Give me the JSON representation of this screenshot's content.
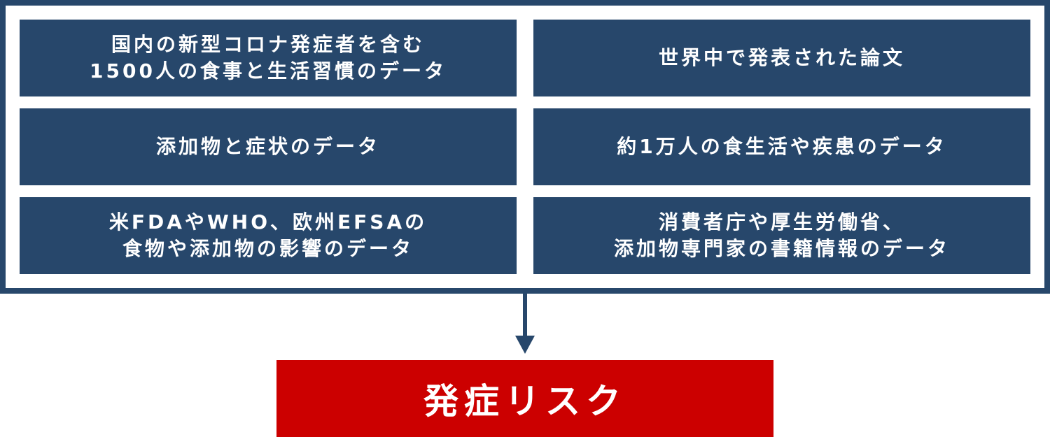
{
  "sources": [
    {
      "lines": [
        "国内の新型コロナ発症者を含む",
        "1500人の食事と生活習慣のデータ"
      ]
    },
    {
      "lines": [
        "世界中で発表された論文"
      ]
    },
    {
      "lines": [
        "添加物と症状のデータ"
      ]
    },
    {
      "lines": [
        "約1万人の食生活や疾患のデータ"
      ]
    },
    {
      "lines": [
        "米FDAやWHO、欧州EFSAの",
        "食物や添加物の影響のデータ"
      ]
    },
    {
      "lines": [
        "消費者庁や厚生労働省、",
        "添加物専門家の書籍情報のデータ"
      ]
    }
  ],
  "result": {
    "label": "発症リスク"
  },
  "colors": {
    "box": "#27476b",
    "frame": "#27476b",
    "result": "#cc0000",
    "text": "#ffffff"
  }
}
